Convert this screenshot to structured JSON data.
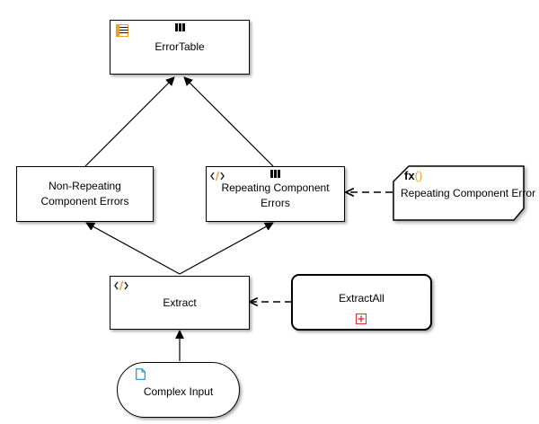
{
  "diagram": {
    "nodes": {
      "error_table": {
        "label": "ErrorTable"
      },
      "non_repeating": {
        "label": "Non-Repeating Component Errors"
      },
      "repeating": {
        "label": "Repeating Component Errors"
      },
      "repeating_function": {
        "label": "Repeating Component Error",
        "icon_text": "fx()"
      },
      "extract": {
        "label": "Extract"
      },
      "extract_all": {
        "label": "ExtractAll"
      },
      "complex_input": {
        "label": "Complex Input"
      }
    },
    "edges": [
      {
        "from": "non_repeating",
        "to": "error_table",
        "style": "solid"
      },
      {
        "from": "repeating",
        "to": "error_table",
        "style": "solid"
      },
      {
        "from": "extract",
        "to": "non_repeating",
        "style": "solid"
      },
      {
        "from": "extract",
        "to": "repeating",
        "style": "solid"
      },
      {
        "from": "complex_input",
        "to": "extract",
        "style": "solid"
      },
      {
        "from": "repeating_function",
        "to": "repeating",
        "style": "dashed"
      },
      {
        "from": "extract_all",
        "to": "extract",
        "style": "dashed"
      }
    ],
    "colors": {
      "line": "#000000",
      "table_icon": "#f0a020",
      "code_icon": "#f0a020",
      "function_icon": "#f0a020",
      "document_icon": "#1a8fd6",
      "expand_icon": "#e03030"
    }
  }
}
